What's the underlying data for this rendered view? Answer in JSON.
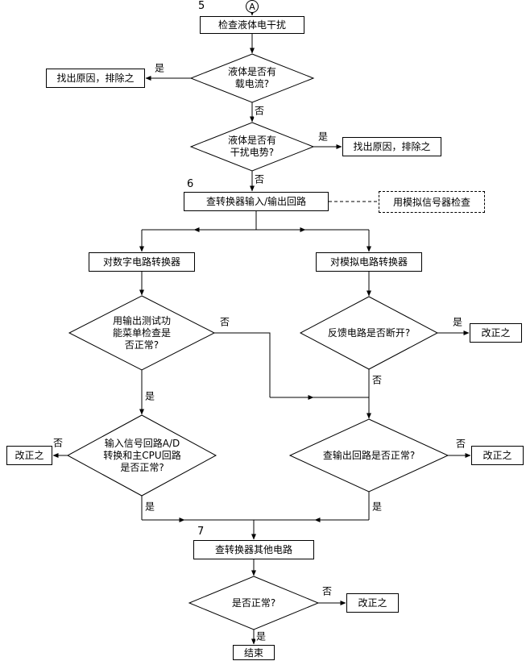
{
  "connector": {
    "label": "A"
  },
  "badges": {
    "five": "5",
    "six": "6",
    "seven": "7"
  },
  "labels": {
    "yes": "是",
    "no": "否"
  },
  "nodes": {
    "check_liquid": "检查液体电干扰",
    "d_carry_current": "液体是否有\n载电流?",
    "find_cause_left": "找出原因，排除之",
    "d_interference": "液体是否有\n干扰电势?",
    "find_cause_right": "找出原因，排除之",
    "check_io": "查转换器输入/输出回路",
    "analog_note": "用模拟信号器检查",
    "digital_conv": "对数字电路转换器",
    "analog_conv": "对模拟电路转换器",
    "d_output_test": "用输出测试功\n能菜单检查是\n否正常?",
    "d_feedback": "反馈电路是否断开?",
    "fix_feedback": "改正之",
    "d_input_signal": "输入信号回路A/D\n转换和主CPU回路\n是否正常?",
    "fix_input": "改正之",
    "d_output_loop": "查输出回路是否正常?",
    "fix_output": "改正之",
    "check_other": "查转换器其他电路",
    "d_normal": "是否正常?",
    "fix_other": "改正之",
    "end": "结束"
  }
}
